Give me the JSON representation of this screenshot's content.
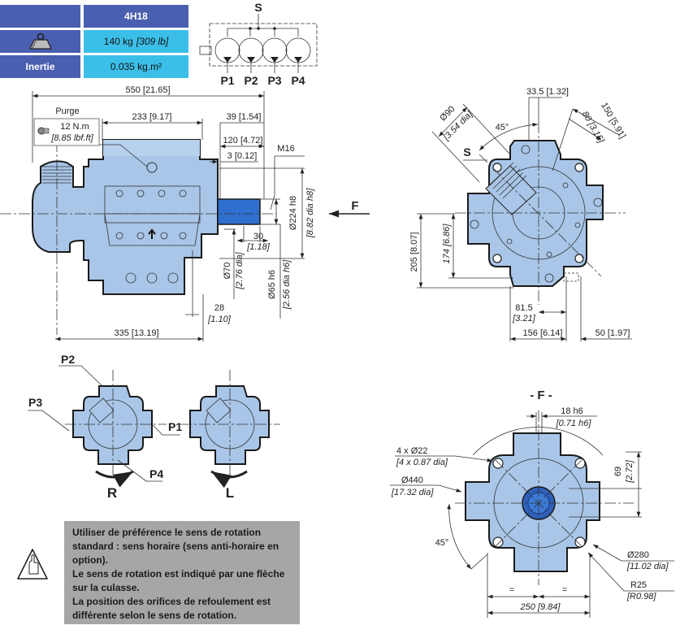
{
  "spec_table": {
    "model": "4H18",
    "weight_value": "140 kg",
    "weight_imperial": "[309 lb]",
    "inertia_label": "Inertie",
    "inertia_value": "0.035 kg.m²",
    "weight_icon": "weight-icon"
  },
  "schematic": {
    "suction_label": "S",
    "outlets": [
      "P1",
      "P2",
      "P3",
      "P4"
    ]
  },
  "side_view": {
    "overall_length": "550 [21.65]",
    "purge_label": "Purge",
    "purge_torque": "12 N.m",
    "purge_torque_imperial": "[8.85 lbf.ft]",
    "dim_233": "233 [9.17]",
    "dim_39": "39 [1.54]",
    "dim_120": "120 [4.72]",
    "dim_3": "3 [0.12]",
    "thread": "M16",
    "dia_224": "Ø224 h8",
    "dia_224_imperial": "[8.82 dia h8]",
    "dim_30": "30",
    "dim_30_imperial": "[1.18]",
    "dia_70": "Ø70",
    "dia_70_imperial": "[2.76 dia]",
    "dia_65": "Ø65 h6",
    "dia_65_imperial": "[2.56 dia h6]",
    "dim_28": "28",
    "dim_28_imperial": "[1.10]",
    "dim_335": "335 [13.19]",
    "view_arrow_label": "F"
  },
  "end_view_top": {
    "dim_33_5": "33.5 [1.32]",
    "dia_90": "Ø90",
    "dia_90_imperial": "[3.54 dia]",
    "angle": "45°",
    "suction_label": "S",
    "dim_150": "150 [5.91]",
    "dim_80": "80 [3.15]",
    "dim_205": "205 [8.07]",
    "dim_174": "174 [6.86]",
    "dim_81_5": "81.5",
    "dim_81_5_imperial": "[3.21]",
    "dim_156": "156 [6.14]",
    "dim_50": "50 [1.97]"
  },
  "rotation_views": {
    "p1": "P1",
    "p2": "P2",
    "p3": "P3",
    "p4": "P4",
    "right_label": "R",
    "left_label": "L"
  },
  "front_view": {
    "title": "- F -",
    "key_width": "18 h6",
    "key_width_imperial": "[0.71 h6]",
    "holes": "4 x Ø22",
    "holes_imperial": "[4 x 0.87 dia]",
    "dia_440": "Ø440",
    "dia_440_imperial": "[17.32 dia]",
    "dim_69": "69",
    "dim_69_imperial": "[2.72]",
    "angle": "45°",
    "dia_280": "Ø280",
    "dia_280_imperial": "[11.02 dia]",
    "radius": "R25",
    "radius_imperial": "[R0.98]",
    "equal_sign": "=",
    "dim_250": "250 [9.84]"
  },
  "note": {
    "icon": "warning-hand-icon",
    "lines": [
      "Utiliser de préférence le sens de rotation standard : sens horaire (sens anti-horaire en option).",
      "Le sens de rotation est indiqué par une flèche sur la culasse.",
      "La position des orifices de refoulement est différente selon le sens de rotation."
    ]
  },
  "colors": {
    "header_blue": "#4a5fb0",
    "value_cyan": "#3bbfe8",
    "body_blue": "#a9c6e8",
    "shaft_blue": "#2f6fd0",
    "note_gray": "#a6a6a6"
  }
}
